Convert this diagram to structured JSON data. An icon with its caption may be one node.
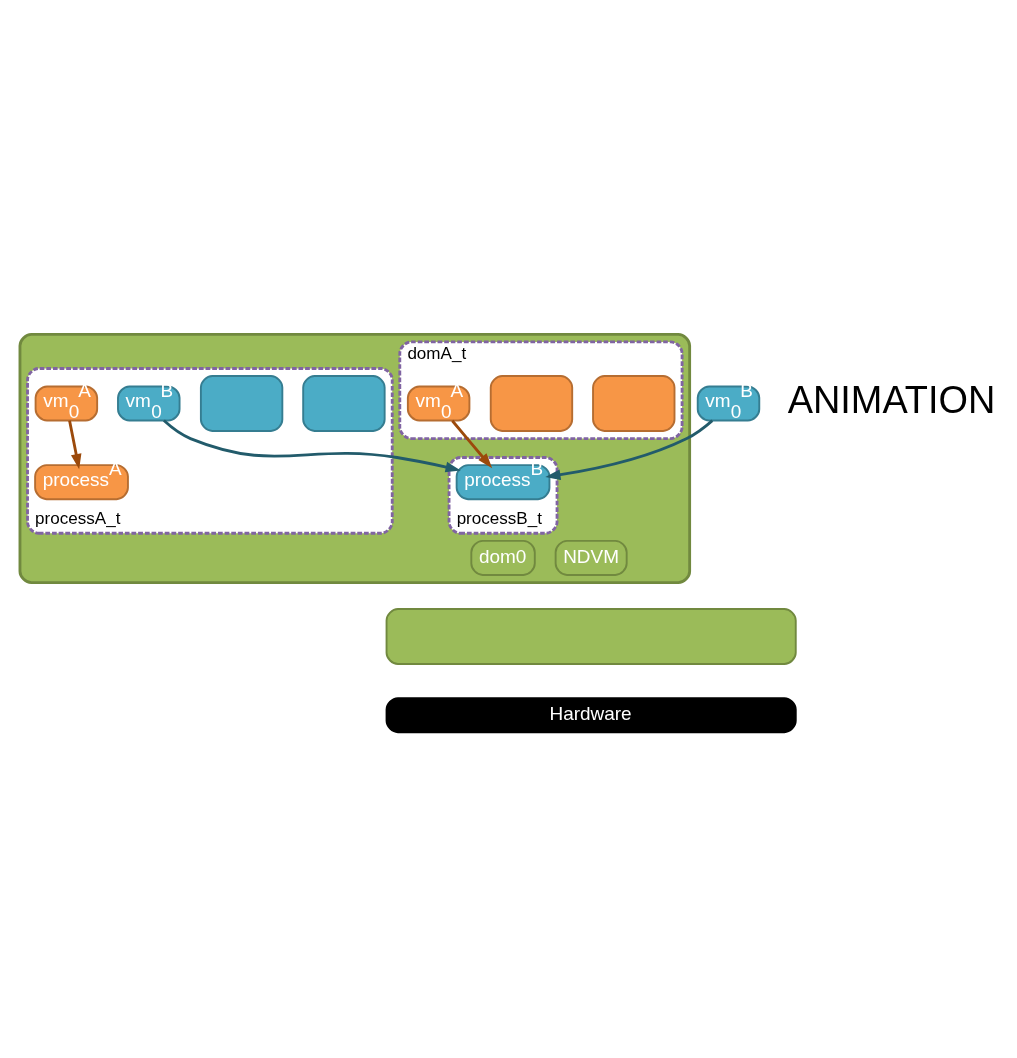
{
  "diagram": {
    "nodes": [
      {
        "text": [],
        "shape": "box"
      },
      {
        "text": [
          "domA_t"
        ],
        "in": 0
      },
      {
        "text": [],
        "shape": "box",
        "in": 1
      },
      {
        "text": [],
        "shape": "box",
        "in": 1
      },
      {
        "text": [
          "vm$_{0}$$^{A}$"
        ],
        "in": 1
      },
      {
        "text": [
          "processA_t"
        ],
        "in": 0
      },
      {
        "text": [],
        "shape": "box",
        "in": 5
      },
      {
        "text": [],
        "shape": "box",
        "in": 5
      },
      {
        "text": [
          "vm$_{0}$$^{B}$"
        ],
        "in": 5
      },
      {
        "text": [
          "process$^{A}$"
        ],
        "in": 5
      },
      {
        "text": [
          "vm$_{0}$$^{A}$"
        ],
        "in": 5
      },
      {
        "text": [
          "processB_t"
        ],
        "in": 0
      },
      {
        "text": [
          "process$^{B}$"
        ],
        "in": 11
      },
      {
        "text": [
          "vm$_{0}$$^{B}$"
        ]
      },
      {
        "text": [
          "dom0"
        ],
        "in": 0
      },
      {
        "text": [
          "NDVM"
        ],
        "in": 0
      },
      {
        "text": [],
        "shape": "bar"
      },
      {
        "text": [
          "Hardware"
        ]
      }
    ],
    "edges": [
      {
        "from": 10,
        "to": 9,
        "arrow": "to",
        "color": "#9c4a0b"
      },
      {
        "from": 4,
        "to": 12,
        "arrow": "to",
        "color": "#9c4a0b"
      },
      {
        "from": 8,
        "to": 12,
        "arrow": "to",
        "color": "#225b6b"
      },
      {
        "from": 13,
        "to": 12,
        "arrow": "to",
        "color": "#225b6b"
      }
    ],
    "labels": [
      "ANIMATION"
    ]
  }
}
